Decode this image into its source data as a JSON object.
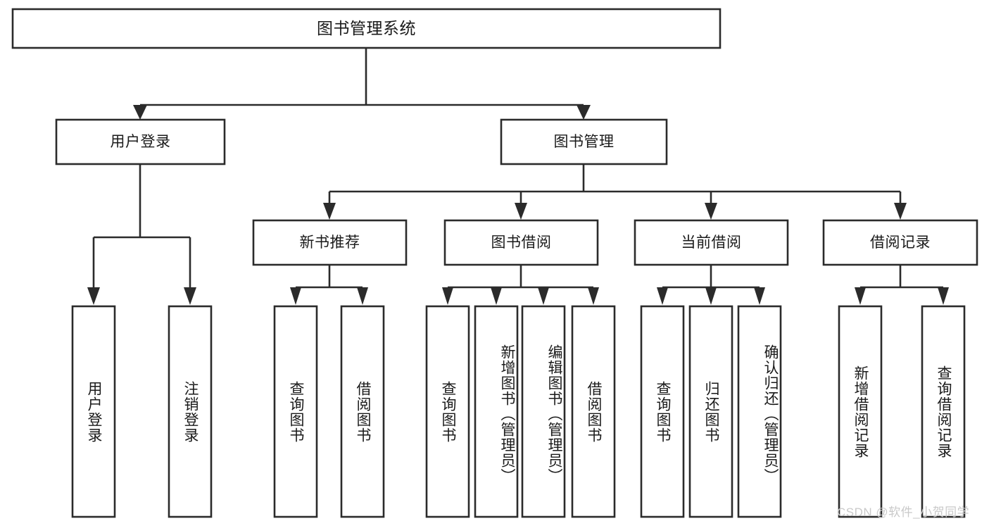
{
  "diagram": {
    "title": "图书管理系统",
    "type": "tree-hierarchy-chart",
    "root": {
      "id": "root",
      "label": "图书管理系统"
    },
    "level2": [
      {
        "id": "user-login",
        "label": "用户登录"
      },
      {
        "id": "book-manage",
        "label": "图书管理"
      }
    ],
    "level3": [
      {
        "id": "new-book-recommend",
        "label": "新书推荐",
        "parent": "book-manage"
      },
      {
        "id": "book-borrow",
        "label": "图书借阅",
        "parent": "book-manage"
      },
      {
        "id": "current-borrow",
        "label": "当前借阅",
        "parent": "book-manage"
      },
      {
        "id": "borrow-record",
        "label": "借阅记录",
        "parent": "book-manage"
      }
    ],
    "leaves": {
      "user_login": [
        {
          "id": "leaf-user-login",
          "label": "用户登录"
        },
        {
          "id": "leaf-logout",
          "label": "注销登录"
        }
      ],
      "new_book_recommend": [
        {
          "id": "leaf-query-book-1",
          "label": "查询图书"
        },
        {
          "id": "leaf-borrow-book-1",
          "label": "借阅图书"
        }
      ],
      "book_borrow": [
        {
          "id": "leaf-query-book-2",
          "label": "查询图书"
        },
        {
          "id": "leaf-add-book",
          "label": "新增图书（管理员）"
        },
        {
          "id": "leaf-edit-book",
          "label": "编辑图书（管理员）"
        },
        {
          "id": "leaf-borrow-book-2",
          "label": "借阅图书"
        }
      ],
      "current_borrow": [
        {
          "id": "leaf-query-book-3",
          "label": "查询图书"
        },
        {
          "id": "leaf-return-book",
          "label": "归还图书"
        },
        {
          "id": "leaf-confirm-return",
          "label": "确认归还（管理员）"
        }
      ],
      "borrow_record": [
        {
          "id": "leaf-add-record",
          "label": "新增借阅记录"
        },
        {
          "id": "leaf-query-record",
          "label": "查询借阅记录"
        }
      ]
    },
    "colors": {
      "stroke": "#2b2b2b",
      "fill": "#ffffff",
      "text": "#1a1a1a",
      "watermark": "#c9c9c9"
    }
  },
  "watermark": {
    "text": "CSDN @软件_小贺同学"
  }
}
